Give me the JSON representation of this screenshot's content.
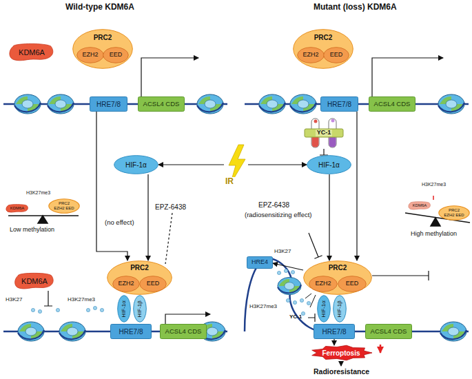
{
  "diagram": {
    "nodes": [
      {
        "text": [
          "KDM6A"
        ]
      },
      {
        "text": [
          "PRC2"
        ]
      },
      {
        "text": [
          "EZH2"
        ],
        "in": 1
      },
      {
        "text": [
          "EED"
        ],
        "in": 1
      },
      {
        "text": [
          "HRE7/8"
        ]
      },
      {
        "text": [
          "ACSL4  CDS"
        ]
      },
      {
        "text": [
          "PRC2"
        ]
      },
      {
        "text": [
          "EZH2"
        ],
        "in": 6
      },
      {
        "text": [
          "EED"
        ],
        "in": 6
      },
      {
        "text": [
          "HRE7/8"
        ]
      },
      {
        "text": [
          "ACSL4  CDS"
        ]
      },
      {
        "text": [
          "YC-1"
        ]
      },
      {
        "text": [
          "HIF-1α"
        ]
      },
      {
        "text": [
          "IR"
        ]
      },
      {
        "text": [
          "HIF-1α"
        ]
      },
      {
        "text": [
          "KDM6A"
        ]
      },
      {
        "text": [
          "PRC2",
          "EZH2 EED"
        ]
      },
      {
        "text": [
          "KDM6A"
        ]
      },
      {
        "text": [
          "PRC2"
        ]
      },
      {
        "text": [
          "EZH2"
        ],
        "in": 18
      },
      {
        "text": [
          "EED"
        ],
        "in": 18
      },
      {
        "text": [
          "HIF-1α"
        ]
      },
      {
        "text": [
          "HIF-1β"
        ]
      },
      {
        "text": [
          "HRE7/8"
        ]
      },
      {
        "text": [
          "ACSL4  CDS"
        ]
      },
      {
        "text": [
          "HRE4"
        ]
      },
      {
        "text": [
          "PRC2"
        ]
      },
      {
        "text": [
          "EZH2"
        ],
        "in": 26
      },
      {
        "text": [
          "EED"
        ],
        "in": 26
      },
      {
        "text": [
          "HIF-1α"
        ]
      },
      {
        "text": [
          "HIF-1β"
        ]
      },
      {
        "text": [
          "HRE7/8"
        ]
      },
      {
        "text": [
          "ACSL4  CDS"
        ]
      },
      {
        "text": [
          "Ferroptosis"
        ]
      },
      {
        "text": [
          "KDM6A"
        ]
      },
      {
        "text": [
          "PRC2",
          "EZH2 EED"
        ]
      }
    ],
    "edges": [
      {
        "from": 13,
        "to": 12,
        "arrow": "to"
      },
      {
        "from": 13,
        "to": 14,
        "arrow": "to"
      },
      {
        "from": 11,
        "to": 14,
        "arrow": "to"
      },
      {
        "from": 4,
        "to": 18,
        "arrow": "to"
      },
      {
        "from": 12,
        "to": 18,
        "arrow": "to"
      },
      {
        "from": 9,
        "to": 26,
        "arrow": "to"
      },
      {
        "from": 14,
        "to": 26,
        "arrow": "to"
      },
      {
        "from": 26,
        "to": 25,
        "arrow": "to"
      },
      {
        "from": 31,
        "to": 33,
        "arrow": "to"
      }
    ],
    "labels": [
      "Wild-type KDM6A",
      "Mutant (loss) KDM6A",
      "H3K27me3",
      "Low methylation",
      "EPZ-6438",
      "(no effect)",
      "H3K27",
      "H3K27me3",
      "EPZ-6438",
      "(radiosensitizing effect)",
      "H3K27",
      "H3K27me3",
      "YC-1",
      "Radioresistance",
      "High methylation",
      "H3K27me3"
    ]
  }
}
